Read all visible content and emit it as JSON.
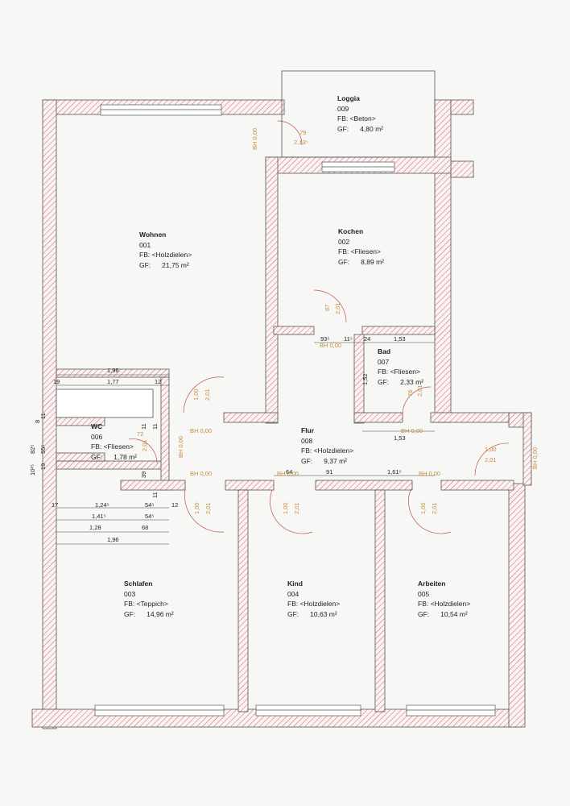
{
  "rooms": {
    "loggia": {
      "name": "Loggia",
      "number": "009",
      "floor": "FB: <Beton>",
      "area_label": "GF:",
      "area": "4,80 m²"
    },
    "wohnen": {
      "name": "Wohnen",
      "number": "001",
      "floor": "FB: <Holzdielen>",
      "area_label": "GF:",
      "area": "21,75 m²"
    },
    "kochen": {
      "name": "Kochen",
      "number": "002",
      "floor": "FB: <Fliesen>",
      "area_label": "GF:",
      "area": "8,89 m²"
    },
    "bad": {
      "name": "Bad",
      "number": "007",
      "floor": "FB: <Fliesen>",
      "area_label": "GF:",
      "area": "2,33 m²"
    },
    "wc": {
      "name": "WC",
      "number": "006",
      "floor": "FB: <Fliesen>",
      "area_label": "GF:",
      "area": "1,78 m²"
    },
    "flur": {
      "name": "Flur",
      "number": "008",
      "floor": "FB: <Holzdielen>",
      "area_label": "GF:",
      "area": "9,37 m²"
    },
    "schlafen": {
      "name": "Schlafen",
      "number": "003",
      "floor": "FB: <Teppich>",
      "area_label": "GF:",
      "area": "14,96 m²"
    },
    "kind": {
      "name": "Kind",
      "number": "004",
      "floor": "FB: <Holzdielen>",
      "area_label": "GF:",
      "area": "10,63 m²"
    },
    "arbeiten": {
      "name": "Arbeiten",
      "number": "005",
      "floor": "FB: <Holzdielen>",
      "area_label": "GF:",
      "area": "10,54 m²"
    }
  },
  "dimensions": {
    "d196a": "1,96",
    "d177": "1,77",
    "d12a": "12",
    "d19a": "19",
    "d1245": "1,24⁵",
    "d545a": "54⁵",
    "d17": "17",
    "d12b": "12",
    "d1415": "1,41⁵",
    "d545b": "54⁵",
    "d128": "1,28",
    "d68": "68",
    "d196b": "1,96",
    "d935": "93⁵",
    "d115": "11⁵",
    "d24": "24",
    "d153a": "1,53",
    "d152": "1,52",
    "d153b": "1,53",
    "d64": "64",
    "d91": "91",
    "d1615": "1,61⁵",
    "d11a": "11",
    "d11b": "11",
    "d39": "39",
    "d11c": "11",
    "d825": "82⁵",
    "d555": "55⁵",
    "d1025": "10²⁵",
    "d19b": "19",
    "d8": "8",
    "d11d": "11"
  },
  "openings": {
    "loggia_door": {
      "w": "79",
      "h": "2,13⁵"
    },
    "loggia_bh": "BH 0,00",
    "kitchen_door": {
      "w": "87",
      "h": "2,01"
    },
    "kitchen_bh": "BH 0,00",
    "wohnen_door": {
      "w": "1,00",
      "h": "2,01"
    },
    "wohnen_bh": "BH 0,00",
    "wc_door": {
      "w": "72",
      "h": "2,01"
    },
    "wc_bh": "BH 0,00",
    "bad_door": {
      "w": "76",
      "h": "2,01"
    },
    "bad_bh": "BH 0,00",
    "entry_door": {
      "w": "1,00",
      "h": "2,01"
    },
    "entry_bh": "BH 0,00",
    "schlafen_door": {
      "w": "1,00",
      "h": "2,01"
    },
    "schlafen_bh": "BH 0,00",
    "kind_door": {
      "w": "1,00",
      "h": "2,01"
    },
    "kind_bh": "BH 0,00",
    "arbeiten_door": {
      "w": "1,00",
      "h": "2,01"
    },
    "arbeiten_bh": "BH 0,00",
    "loggia_wall_bh": "BH 0,00"
  },
  "colors": {
    "wall_hatch": "#c0504d",
    "wall_line": "#555555",
    "annotation": "#c98a3a",
    "text": "#222222",
    "window": "#555555"
  }
}
